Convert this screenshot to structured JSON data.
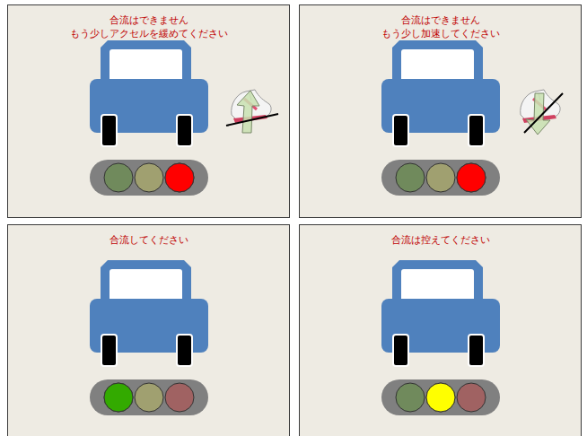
{
  "diagram": {
    "nodes": [
      {
        "text": [
          "合流はできません",
          "もう少しアクセルを緩めてください"
        ]
      },
      {
        "text": [
          "合流はできません",
          "もう少し加速してください"
        ]
      },
      {
        "text": [
          "合流してください"
        ]
      },
      {
        "text": [
          "合流は控えてください"
        ]
      }
    ]
  }
}
